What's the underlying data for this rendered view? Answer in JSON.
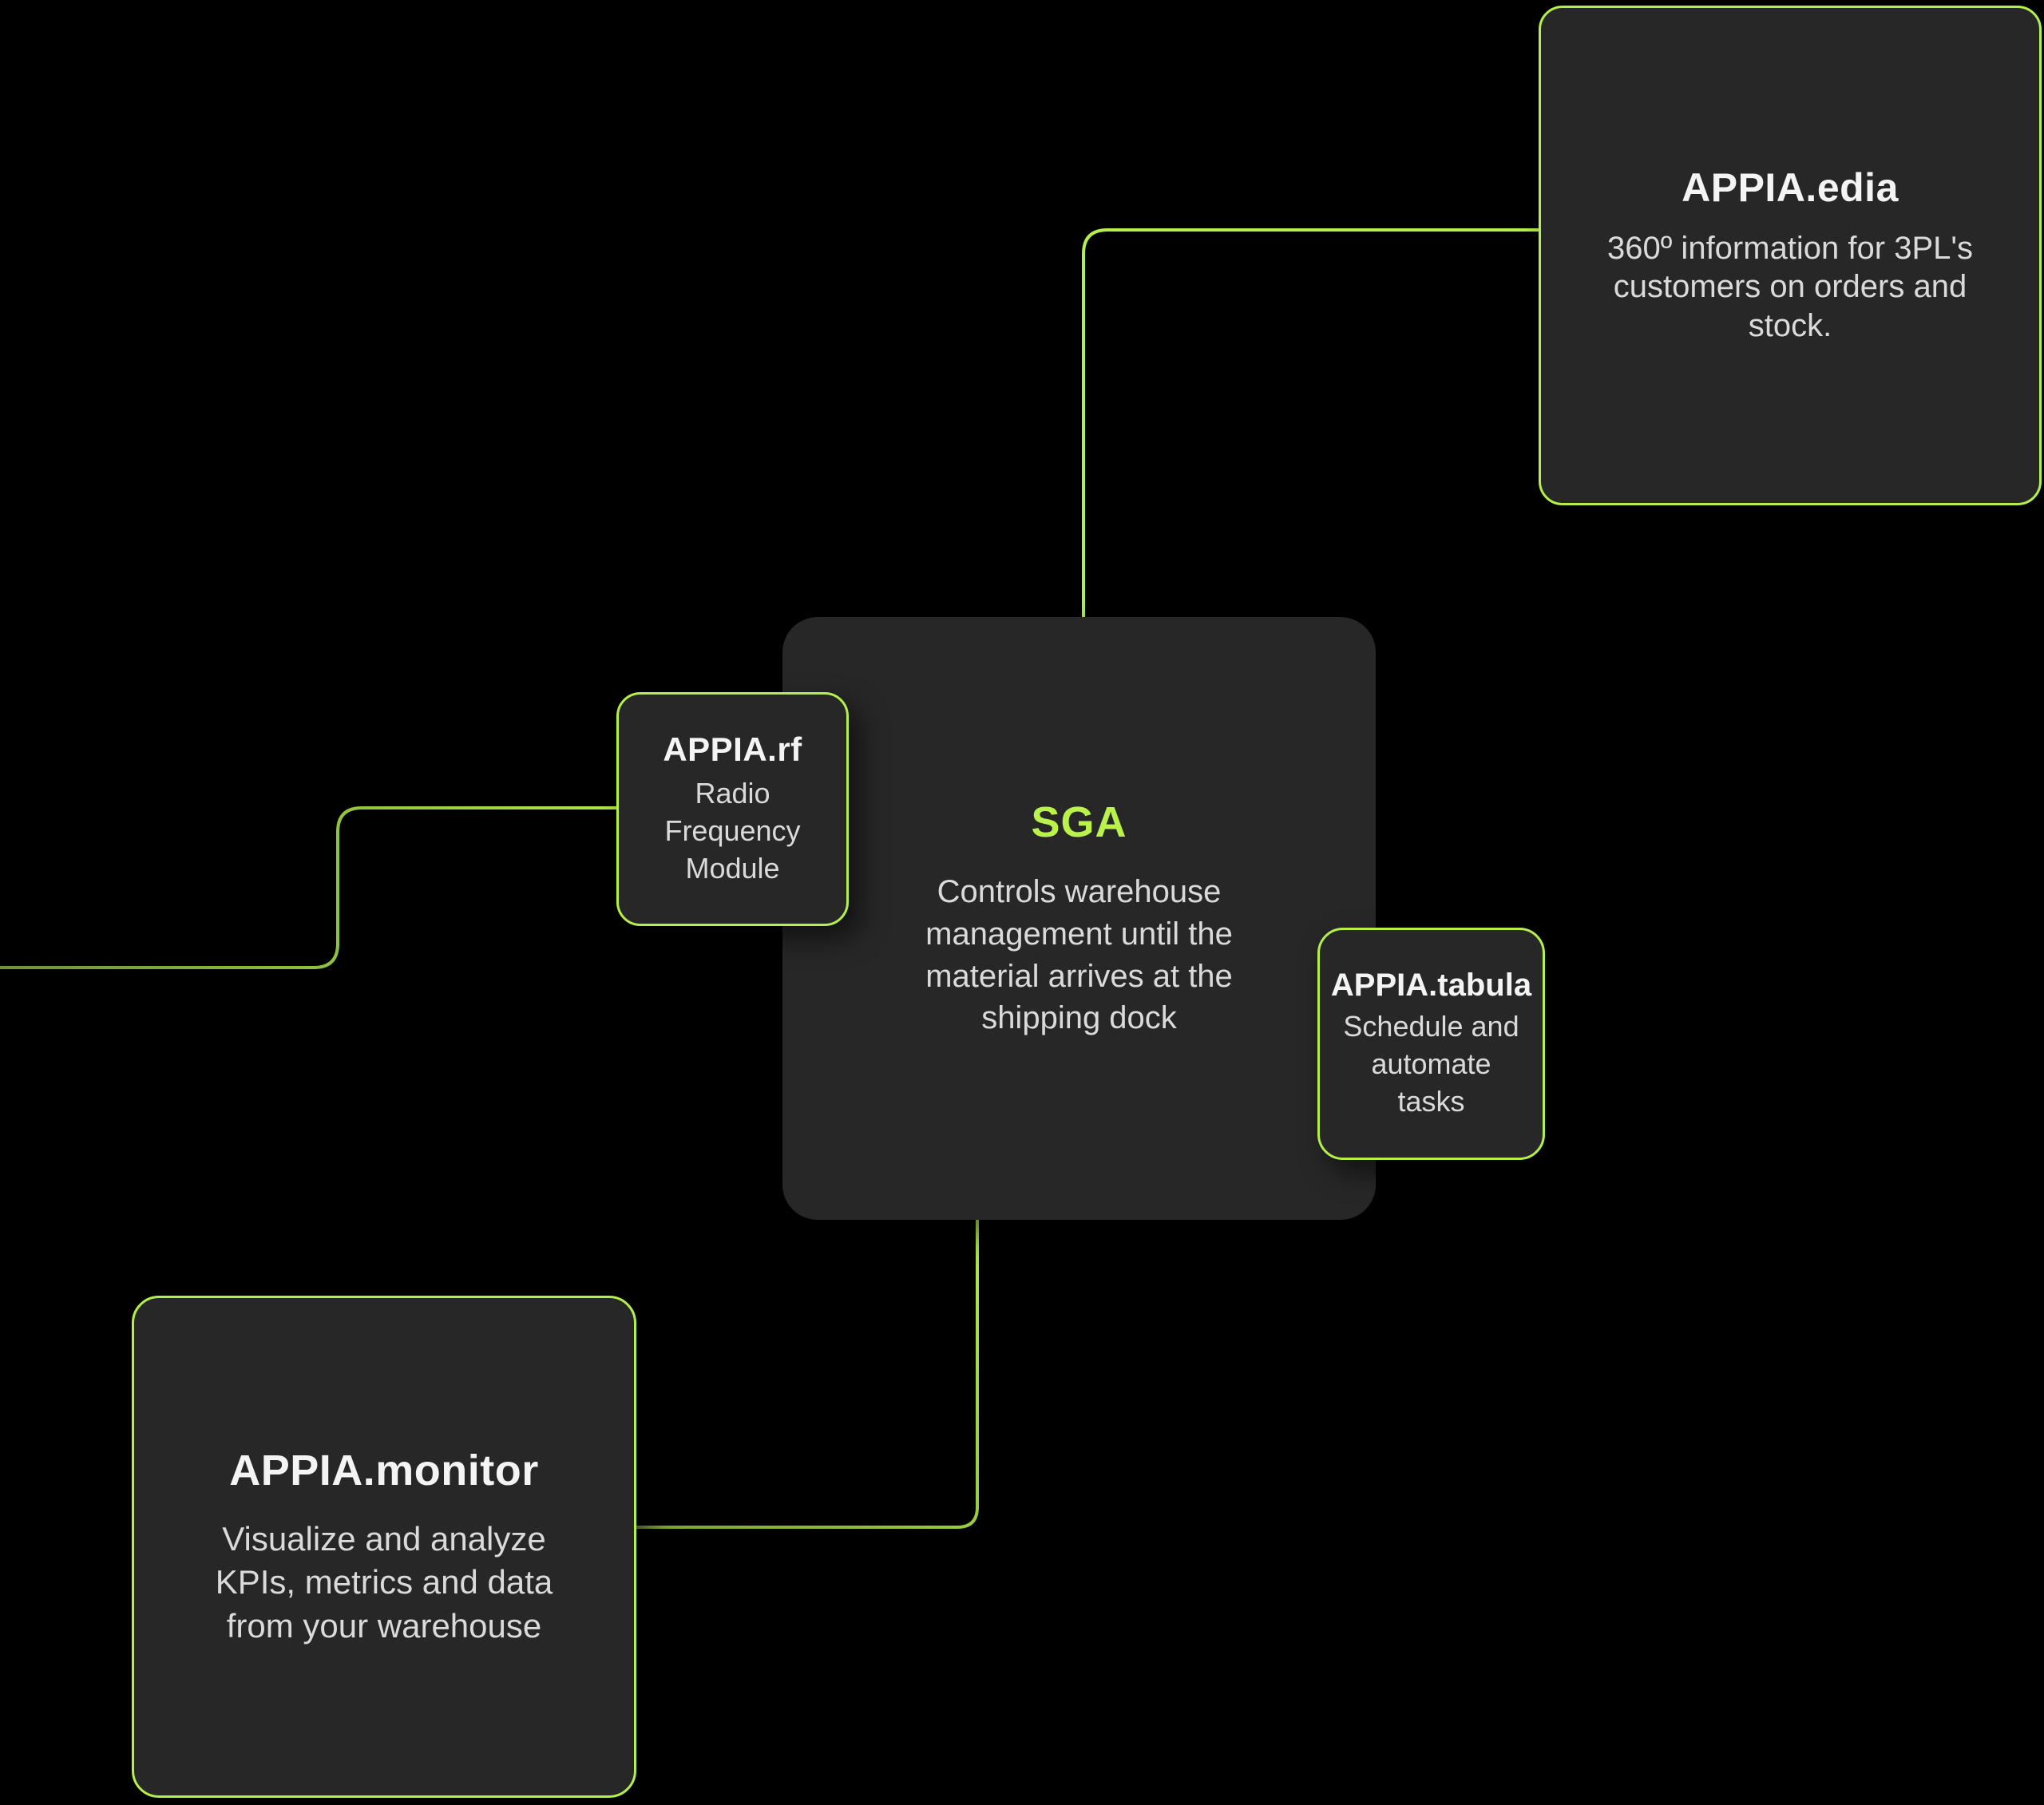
{
  "colors": {
    "background": "#000000",
    "accent": "#b4ef4b",
    "box_fill": "#272727",
    "title_text": "#f4f4f4",
    "body_text": "#dadada",
    "sga_title_green": "#b9f24a",
    "connector_dim_green": "#6e9237"
  },
  "diagram": {
    "center": {
      "id": "sga",
      "title": "SGA",
      "description": "Controls warehouse\nmanagement until the\nmaterial arrives at the\nshipping dock"
    },
    "nodes": [
      {
        "id": "appia-edia",
        "title": "APPIA.edia",
        "description": "360º information for 3PL's\ncustomers on orders and\nstock."
      },
      {
        "id": "appia-rf",
        "title": "APPIA.rf",
        "description": "Radio\nFrequency\nModule"
      },
      {
        "id": "appia-tabula",
        "title": "APPIA.tabula",
        "description": "Schedule and\nautomate\ntasks"
      },
      {
        "id": "appia-monitor",
        "title": "APPIA.monitor",
        "description": "Visualize and analyze\nKPIs, metrics and data\nfrom your warehouse"
      }
    ]
  }
}
